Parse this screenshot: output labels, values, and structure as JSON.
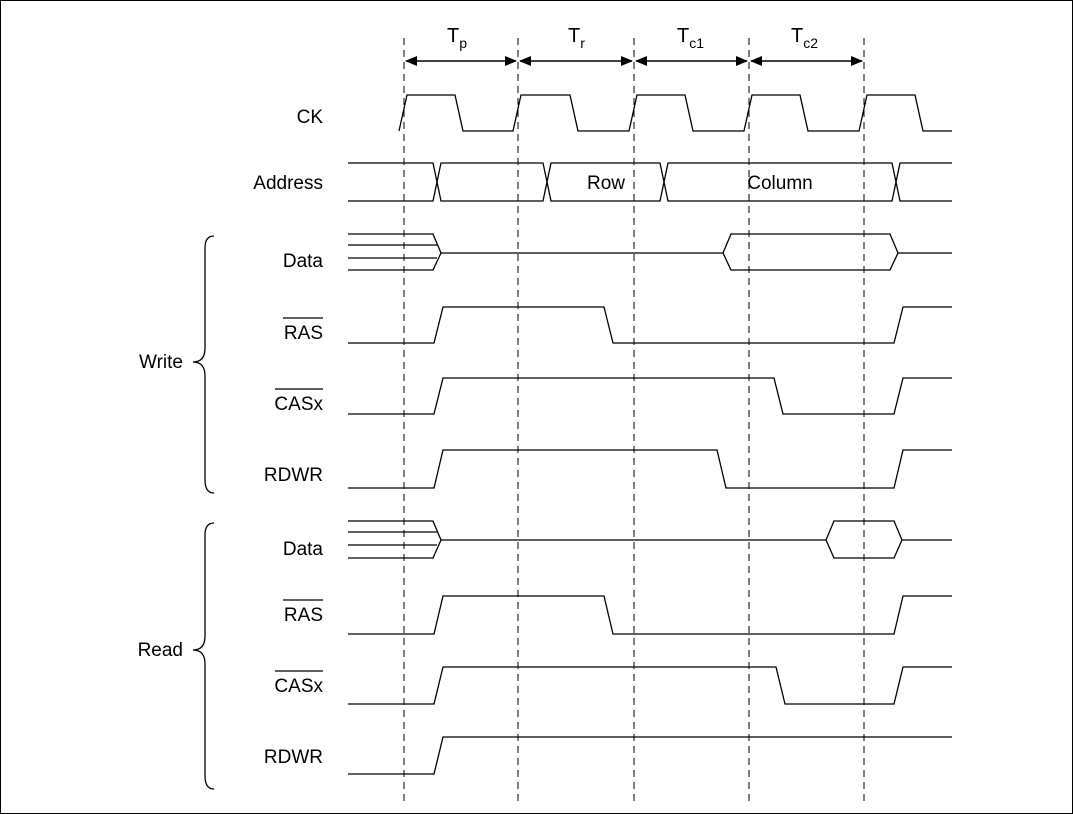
{
  "periods": [
    {
      "main": "T",
      "sub": "p"
    },
    {
      "main": "T",
      "sub": "r"
    },
    {
      "main": "T",
      "sub": "c1"
    },
    {
      "main": "T",
      "sub": "c2"
    }
  ],
  "signals": {
    "ck": "CK",
    "address": "Address",
    "w_data": "Data",
    "w_ras": "RAS",
    "w_casx": "CASx",
    "w_rdwr": "RDWR",
    "r_data": "Data",
    "r_ras": "RAS",
    "r_casx": "CASx",
    "r_rdwr": "RDWR"
  },
  "bus_labels": {
    "row": "Row",
    "column": "Column"
  },
  "groups": {
    "write": "Write",
    "read": "Read"
  }
}
